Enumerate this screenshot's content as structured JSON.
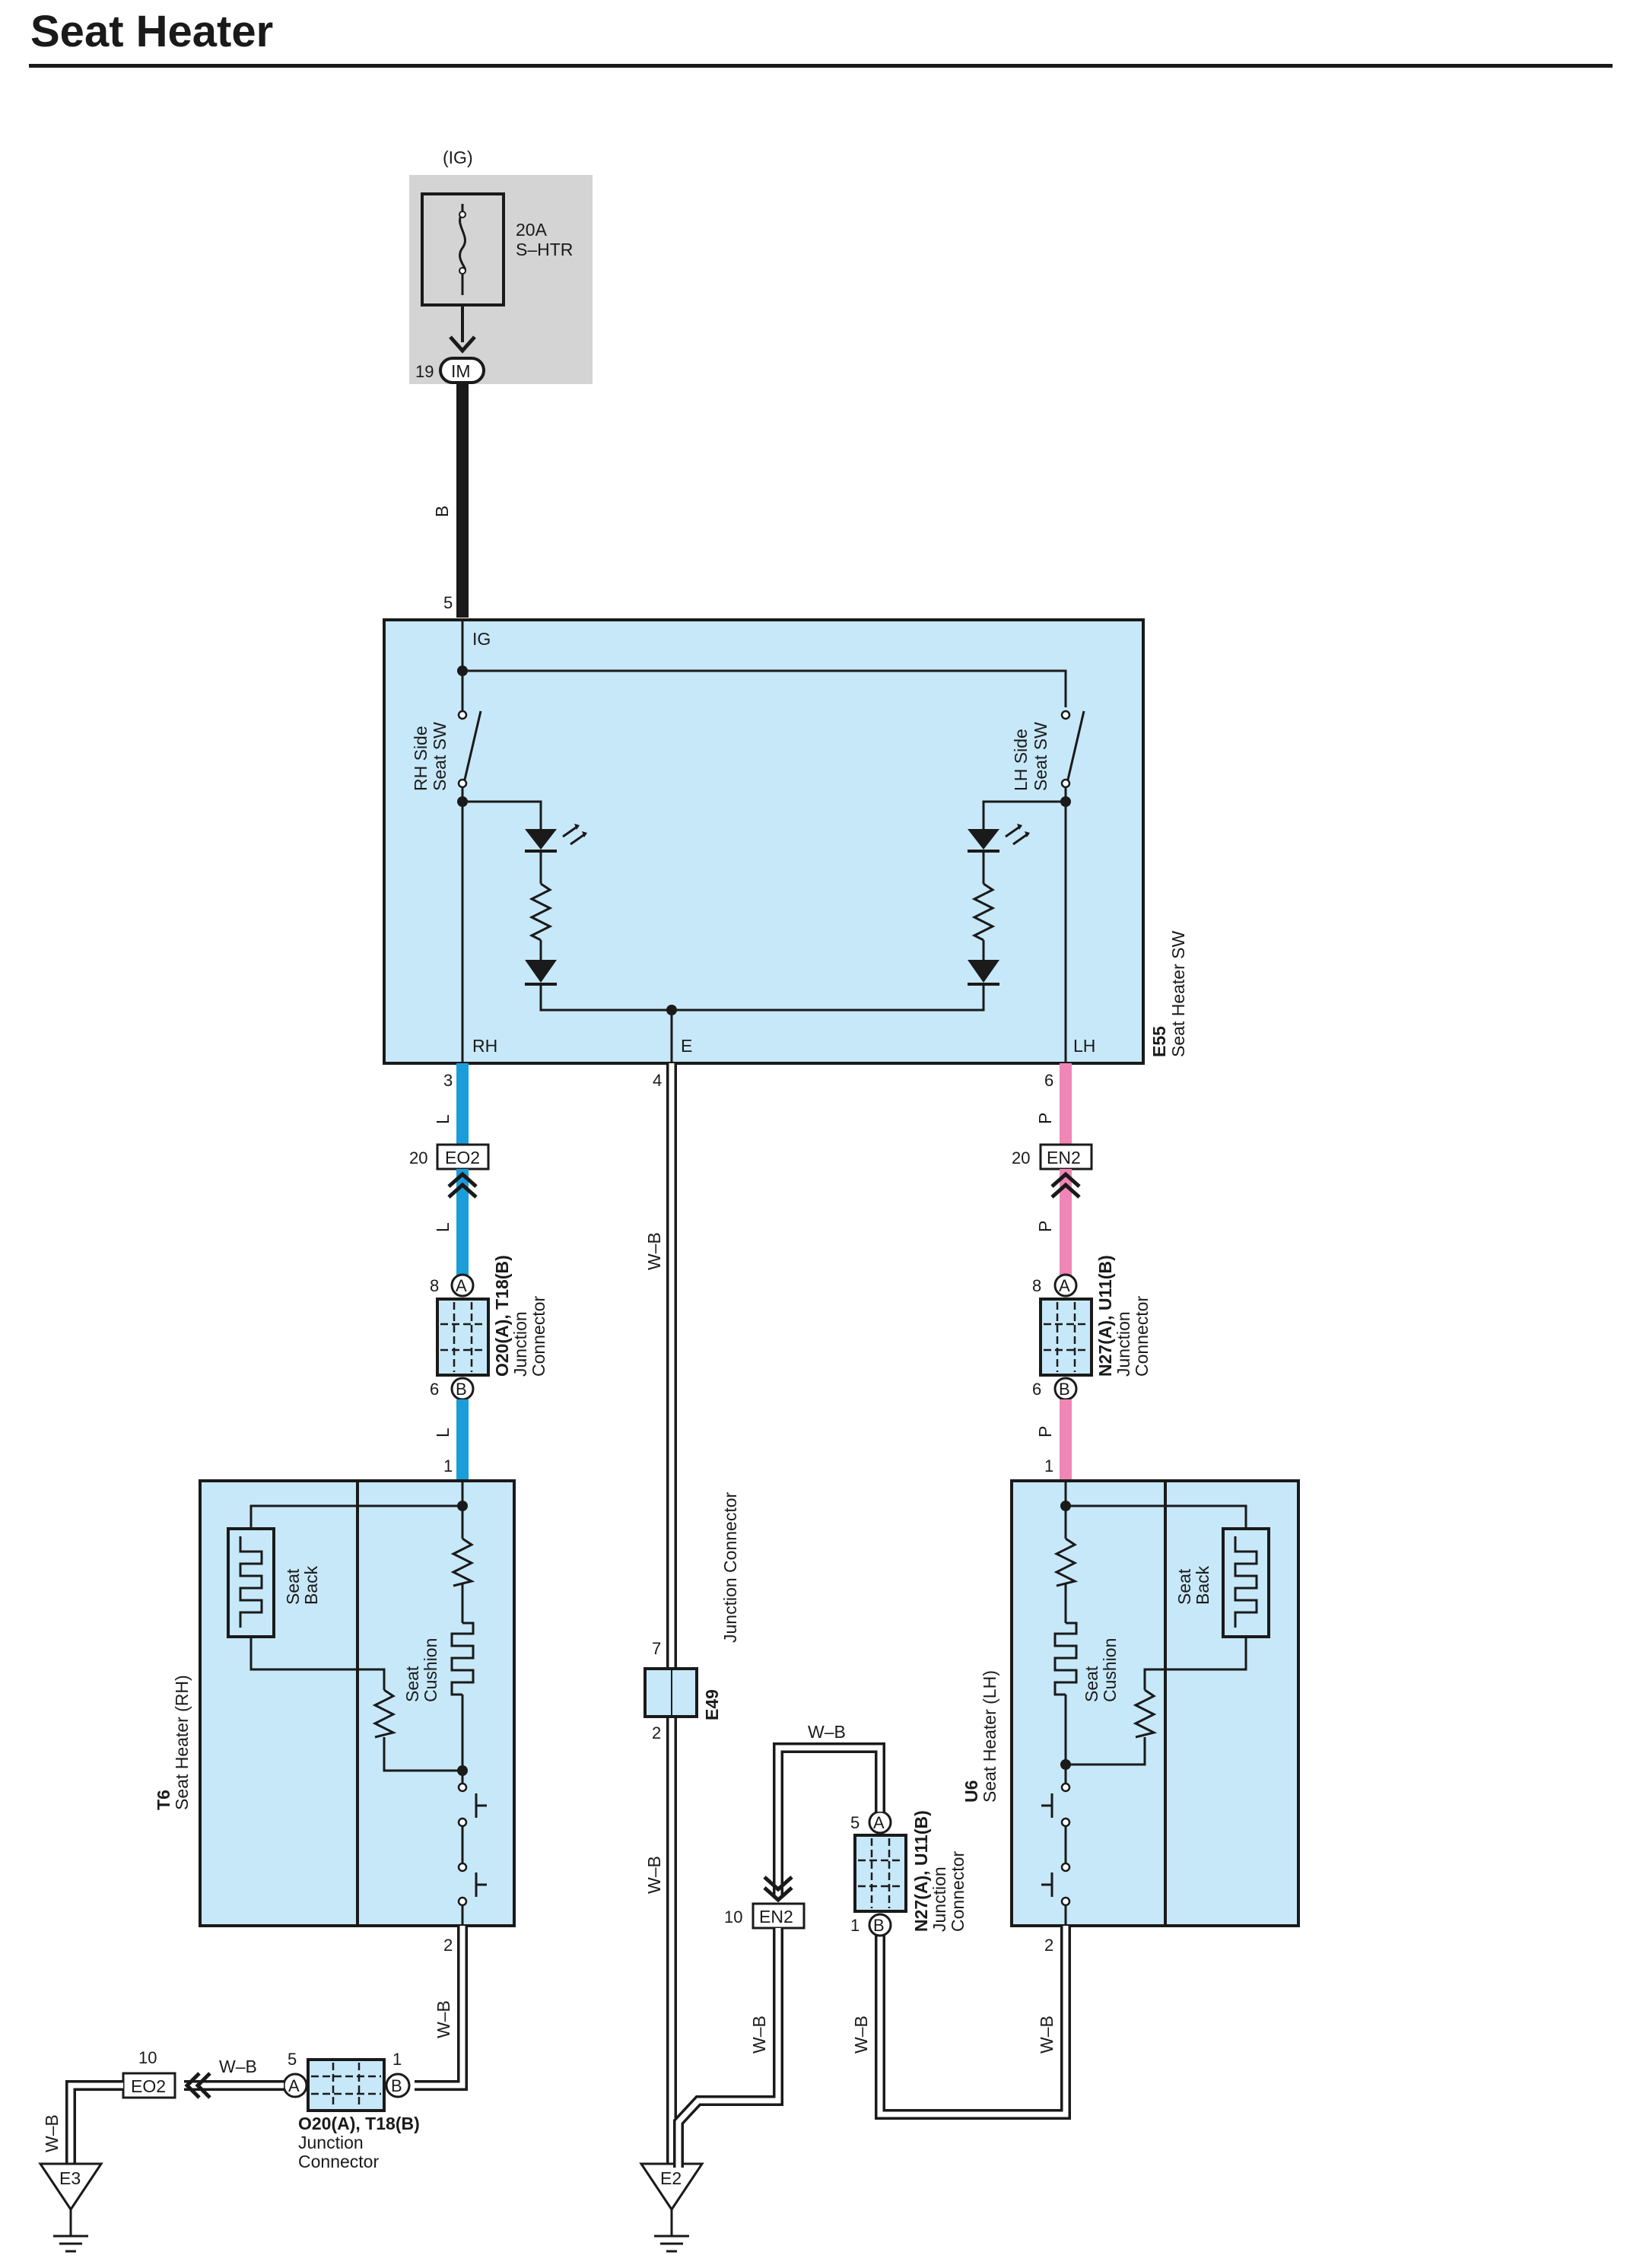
{
  "page": {
    "title": "Seat Heater"
  },
  "colors": {
    "wire_black": "#1a1a1a",
    "wire_blue": "#1a9ddb",
    "wire_pink": "#ef86b6",
    "component_fill": "#c7e8f8",
    "fuse_box_fill": "#d4d4d4"
  },
  "fuse": {
    "power_source": "(IG)",
    "rating": "20A",
    "name": "S–HTR",
    "terminal_pin": "19",
    "terminal_connector": "IM"
  },
  "switch": {
    "code": "E55",
    "name": "Seat Heater SW",
    "pins": {
      "ig": "5",
      "rh": "3",
      "e": "4",
      "lh": "6"
    },
    "terminals": {
      "ig": "IG",
      "rh": "RH",
      "e": "E",
      "lh": "LH"
    },
    "rh_switch_label": [
      "RH Side",
      "Seat SW"
    ],
    "lh_switch_label": [
      "LH Side",
      "Seat SW"
    ]
  },
  "wires": {
    "supply": "B",
    "rh": "L",
    "lh": "P",
    "ground": "W–B"
  },
  "connectors": {
    "eo2": {
      "label": "EO2",
      "pin": "20",
      "ground_pin": "10"
    },
    "en2": {
      "label": "EN2",
      "pin": "20",
      "ground_pin": "10"
    },
    "junction_rh": {
      "code": "O20(A), T18(B)",
      "name": [
        "Junction",
        "Connector"
      ],
      "pin_a": "8",
      "pin_b": "6",
      "tag_a": "A",
      "tag_b": "B"
    },
    "junction_lh": {
      "code": "N27(A), U11(B)",
      "name": [
        "Junction",
        "Connector"
      ],
      "pin_a": "8",
      "pin_b": "6",
      "tag_a": "A",
      "tag_b": "B"
    },
    "junction_ground_rh": {
      "code": "O20(A), T18(B)",
      "name": [
        "Junction",
        "Connector"
      ],
      "pin_a": "5",
      "pin_b": "1",
      "tag_a": "A",
      "tag_b": "B"
    },
    "junction_ground_lh": {
      "code": "N27(A), U11(B)",
      "name": [
        "Junction",
        "Connector"
      ],
      "pin_a": "5",
      "pin_b": "1",
      "tag_a": "A",
      "tag_b": "B"
    },
    "e49": {
      "code": "E49",
      "name": "Junction Connector",
      "pin_top": "7",
      "pin_bottom": "2"
    }
  },
  "heater_rh": {
    "code": "T6",
    "name": "Seat Heater (RH)",
    "back_label": [
      "Seat",
      "Back"
    ],
    "cushion_label": [
      "Seat",
      "Cushion"
    ],
    "pin_in": "1",
    "pin_out": "2"
  },
  "heater_lh": {
    "code": "U6",
    "name": "Seat Heater (LH)",
    "back_label": [
      "Seat",
      "Back"
    ],
    "cushion_label": [
      "Seat",
      "Cushion"
    ],
    "pin_in": "1",
    "pin_out": "2"
  },
  "grounds": {
    "left": "E3",
    "center": "E2"
  }
}
